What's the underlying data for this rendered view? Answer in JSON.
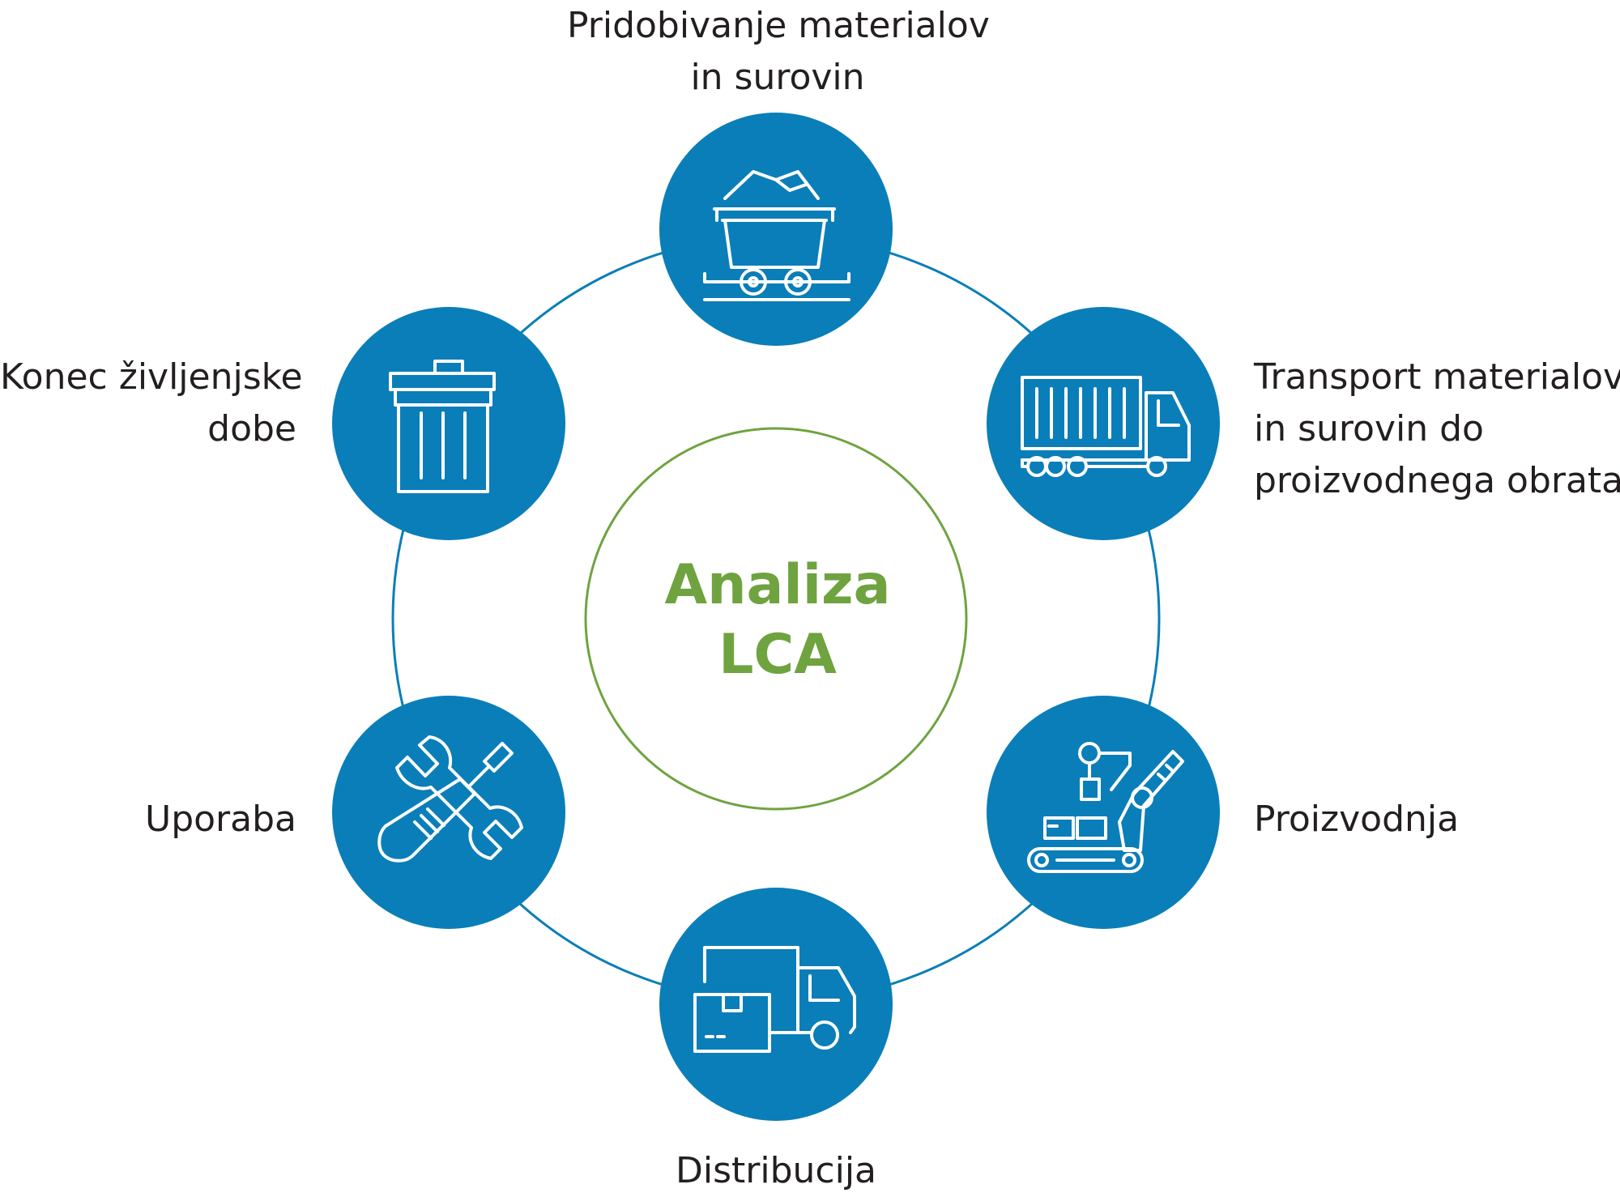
{
  "diagram": {
    "center": {
      "line1": "Analiza",
      "line2": "LCA"
    },
    "stages": [
      {
        "id": "raw",
        "icon": "mine-cart-icon",
        "lines": [
          "Pridobivanje materialov",
          "in surovin"
        ]
      },
      {
        "id": "transport",
        "icon": "container-truck-icon",
        "lines": [
          "Transport materialov",
          "in surovin do",
          "proizvodnega obrata"
        ]
      },
      {
        "id": "production",
        "icon": "robot-arm-icon",
        "lines": [
          "Proizvodnja"
        ]
      },
      {
        "id": "distribution",
        "icon": "delivery-truck-icon",
        "lines": [
          "Distribucija"
        ]
      },
      {
        "id": "use",
        "icon": "wrench-screwdriver-icon",
        "lines": [
          "Uporaba"
        ]
      },
      {
        "id": "end",
        "icon": "trash-bin-icon",
        "lines": [
          "Konec življenjske",
          "dobe"
        ]
      }
    ],
    "colors": {
      "node": "#0a7eb8",
      "ring": "#0a7eb8",
      "center_ring": "#6fa33f",
      "center_text": "#6fa33f",
      "text": "#231f20"
    }
  }
}
